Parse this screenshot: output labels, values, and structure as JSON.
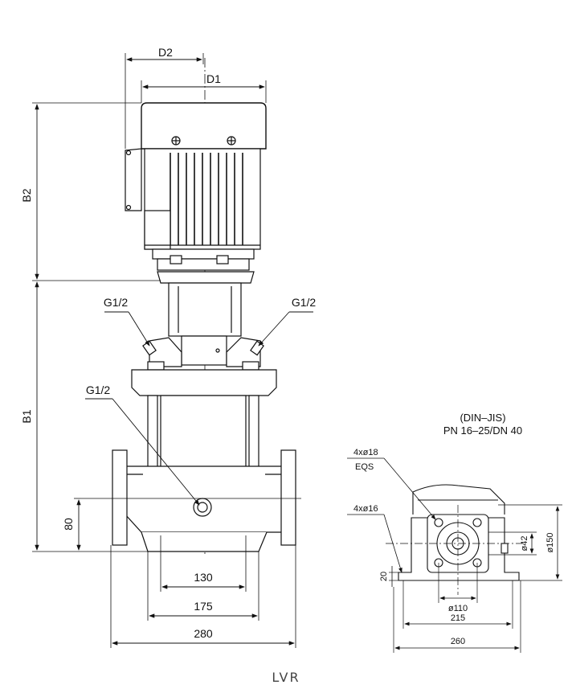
{
  "front_view": {
    "labels": {
      "d2": "D2",
      "d1": "D1",
      "b2": "B2",
      "b1": "B1",
      "g_left": "G1/2",
      "g_right": "G1/2",
      "g_drain": "G1/2"
    },
    "dimensions": {
      "height_80": "80",
      "width_130": "130",
      "width_175": "175",
      "width_280": "280"
    }
  },
  "flange_view": {
    "standard": "(DIN–JIS)",
    "rating": "PN 16–25/DN 40",
    "holes_flange": "4xø18",
    "eqs": "EQS",
    "holes_base": "4xø16",
    "dim_20": "20",
    "dim_110": "ø110",
    "dim_215": "215",
    "dim_260": "260",
    "dim_42": "ø42",
    "dim_150": "ø150"
  },
  "caption": "LVR"
}
